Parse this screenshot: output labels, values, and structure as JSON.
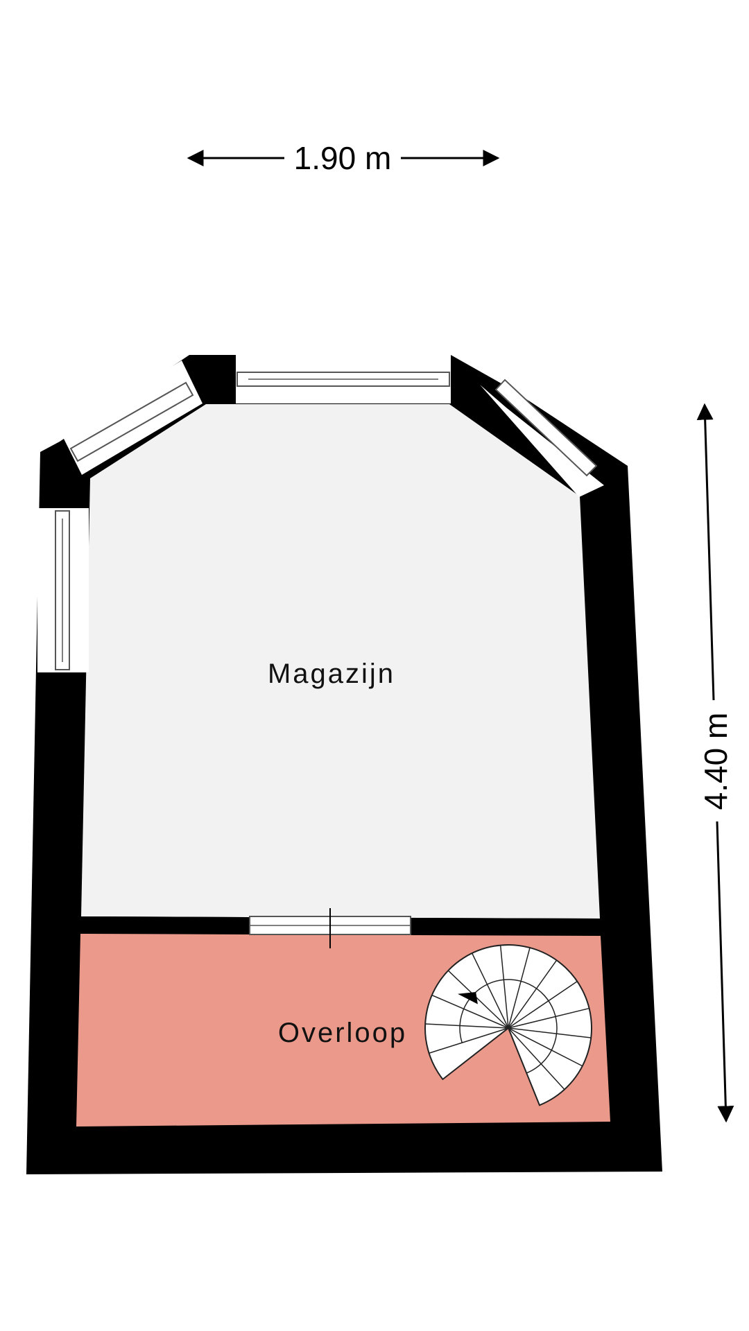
{
  "dimensions": {
    "width_label": "1.90 m",
    "height_label": "4.40 m"
  },
  "rooms": {
    "magazijn": {
      "name": "Magazijn",
      "fill": "#f2f2f2"
    },
    "overloop": {
      "name": "Overloop",
      "fill": "#ea998b"
    }
  },
  "colors": {
    "wall": "#000000",
    "window_frame": "#ffffff",
    "stair": "#ffffff"
  }
}
